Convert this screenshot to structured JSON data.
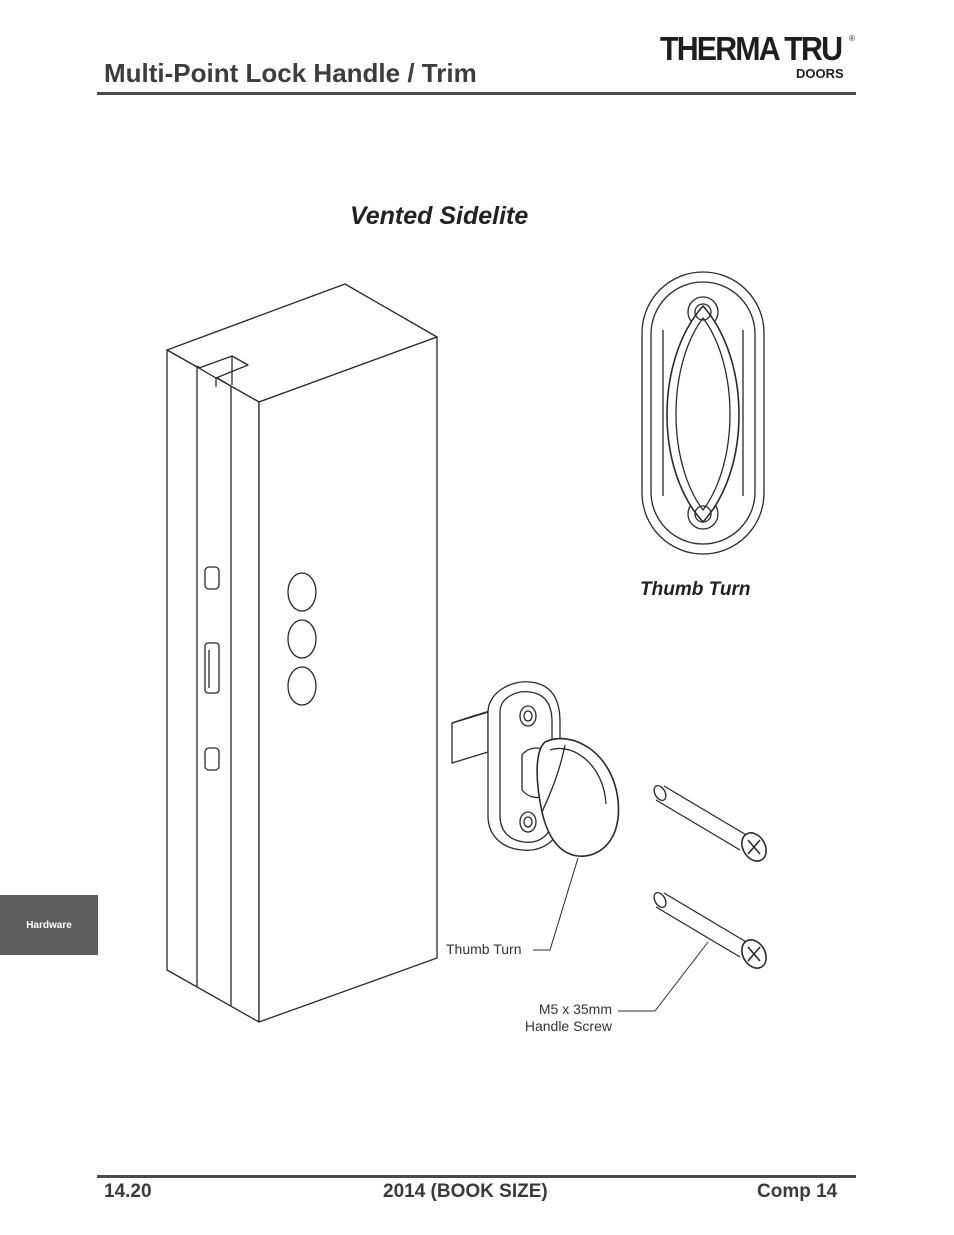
{
  "header": {
    "title": "Multi-Point Lock Handle / Trim",
    "logo": {
      "main": "THERMA TRU",
      "sub": "DOORS",
      "registered": "®"
    }
  },
  "section_title": "Vented Sidelite",
  "labels": {
    "thumb_turn_heading": "Thumb Turn",
    "thumb_turn_callout": "Thumb Turn",
    "screw_line1": "M5 x 35mm",
    "screw_line2": "Handle Screw"
  },
  "side_tab": {
    "label": "Hardware"
  },
  "footer": {
    "page_number": "14.20",
    "edition": "2014 (BOOK SIZE)",
    "component": "Comp 14"
  },
  "colors": {
    "rule": "#4a4a4a",
    "tab": "#5e5e5e",
    "line": "#2a2a2a"
  }
}
